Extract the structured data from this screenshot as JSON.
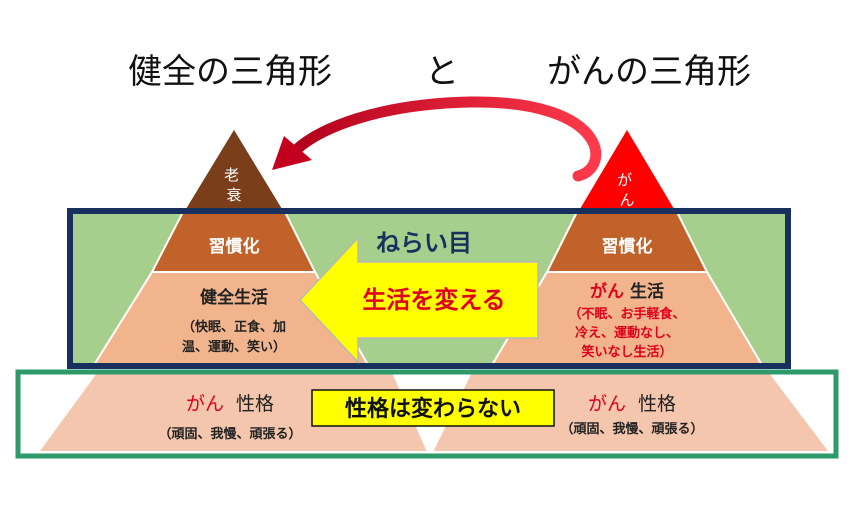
{
  "title": {
    "left": "健全の三角形",
    "connector": "と",
    "right": "がんの三角形"
  },
  "left_pyramid": {
    "apex": "老衰",
    "habit": "習慣化",
    "life_title": "健全生活",
    "life_detail_1": "（快眠、正食、加",
    "life_detail_2": "温、運動、笑い）",
    "base_prefix": "がん",
    "base_suffix": "性格",
    "base_detail": "（頑固、我慢、頑張る）"
  },
  "right_pyramid": {
    "apex": "がん",
    "habit": "習慣化",
    "life_prefix": "がん",
    "life_suffix": "生活",
    "life_detail_1": "（不眠、お手軽食、",
    "life_detail_2": "冷え、運動なし、",
    "life_detail_3": "笑いなし生活）",
    "base_prefix": "がん",
    "base_suffix": "性格",
    "base_detail": "（頑固、我慢、頑張る）"
  },
  "target_label": "ねらい目",
  "arrow_label": "生活を変える",
  "personality_label": "性格は変わらない",
  "colors": {
    "apex_left": "#7a3f1a",
    "apex_right": "#ff0000",
    "habit": "#c0622a",
    "life": "#f2b48c",
    "base": "#f4c6ad",
    "green_band": "#a6cf8d",
    "navy_frame": "#17305e",
    "green_frame": "#2e9a6a",
    "yellow": "#ffff00",
    "red_text": "#e0001b",
    "curved_arrow": "#d9002a"
  }
}
